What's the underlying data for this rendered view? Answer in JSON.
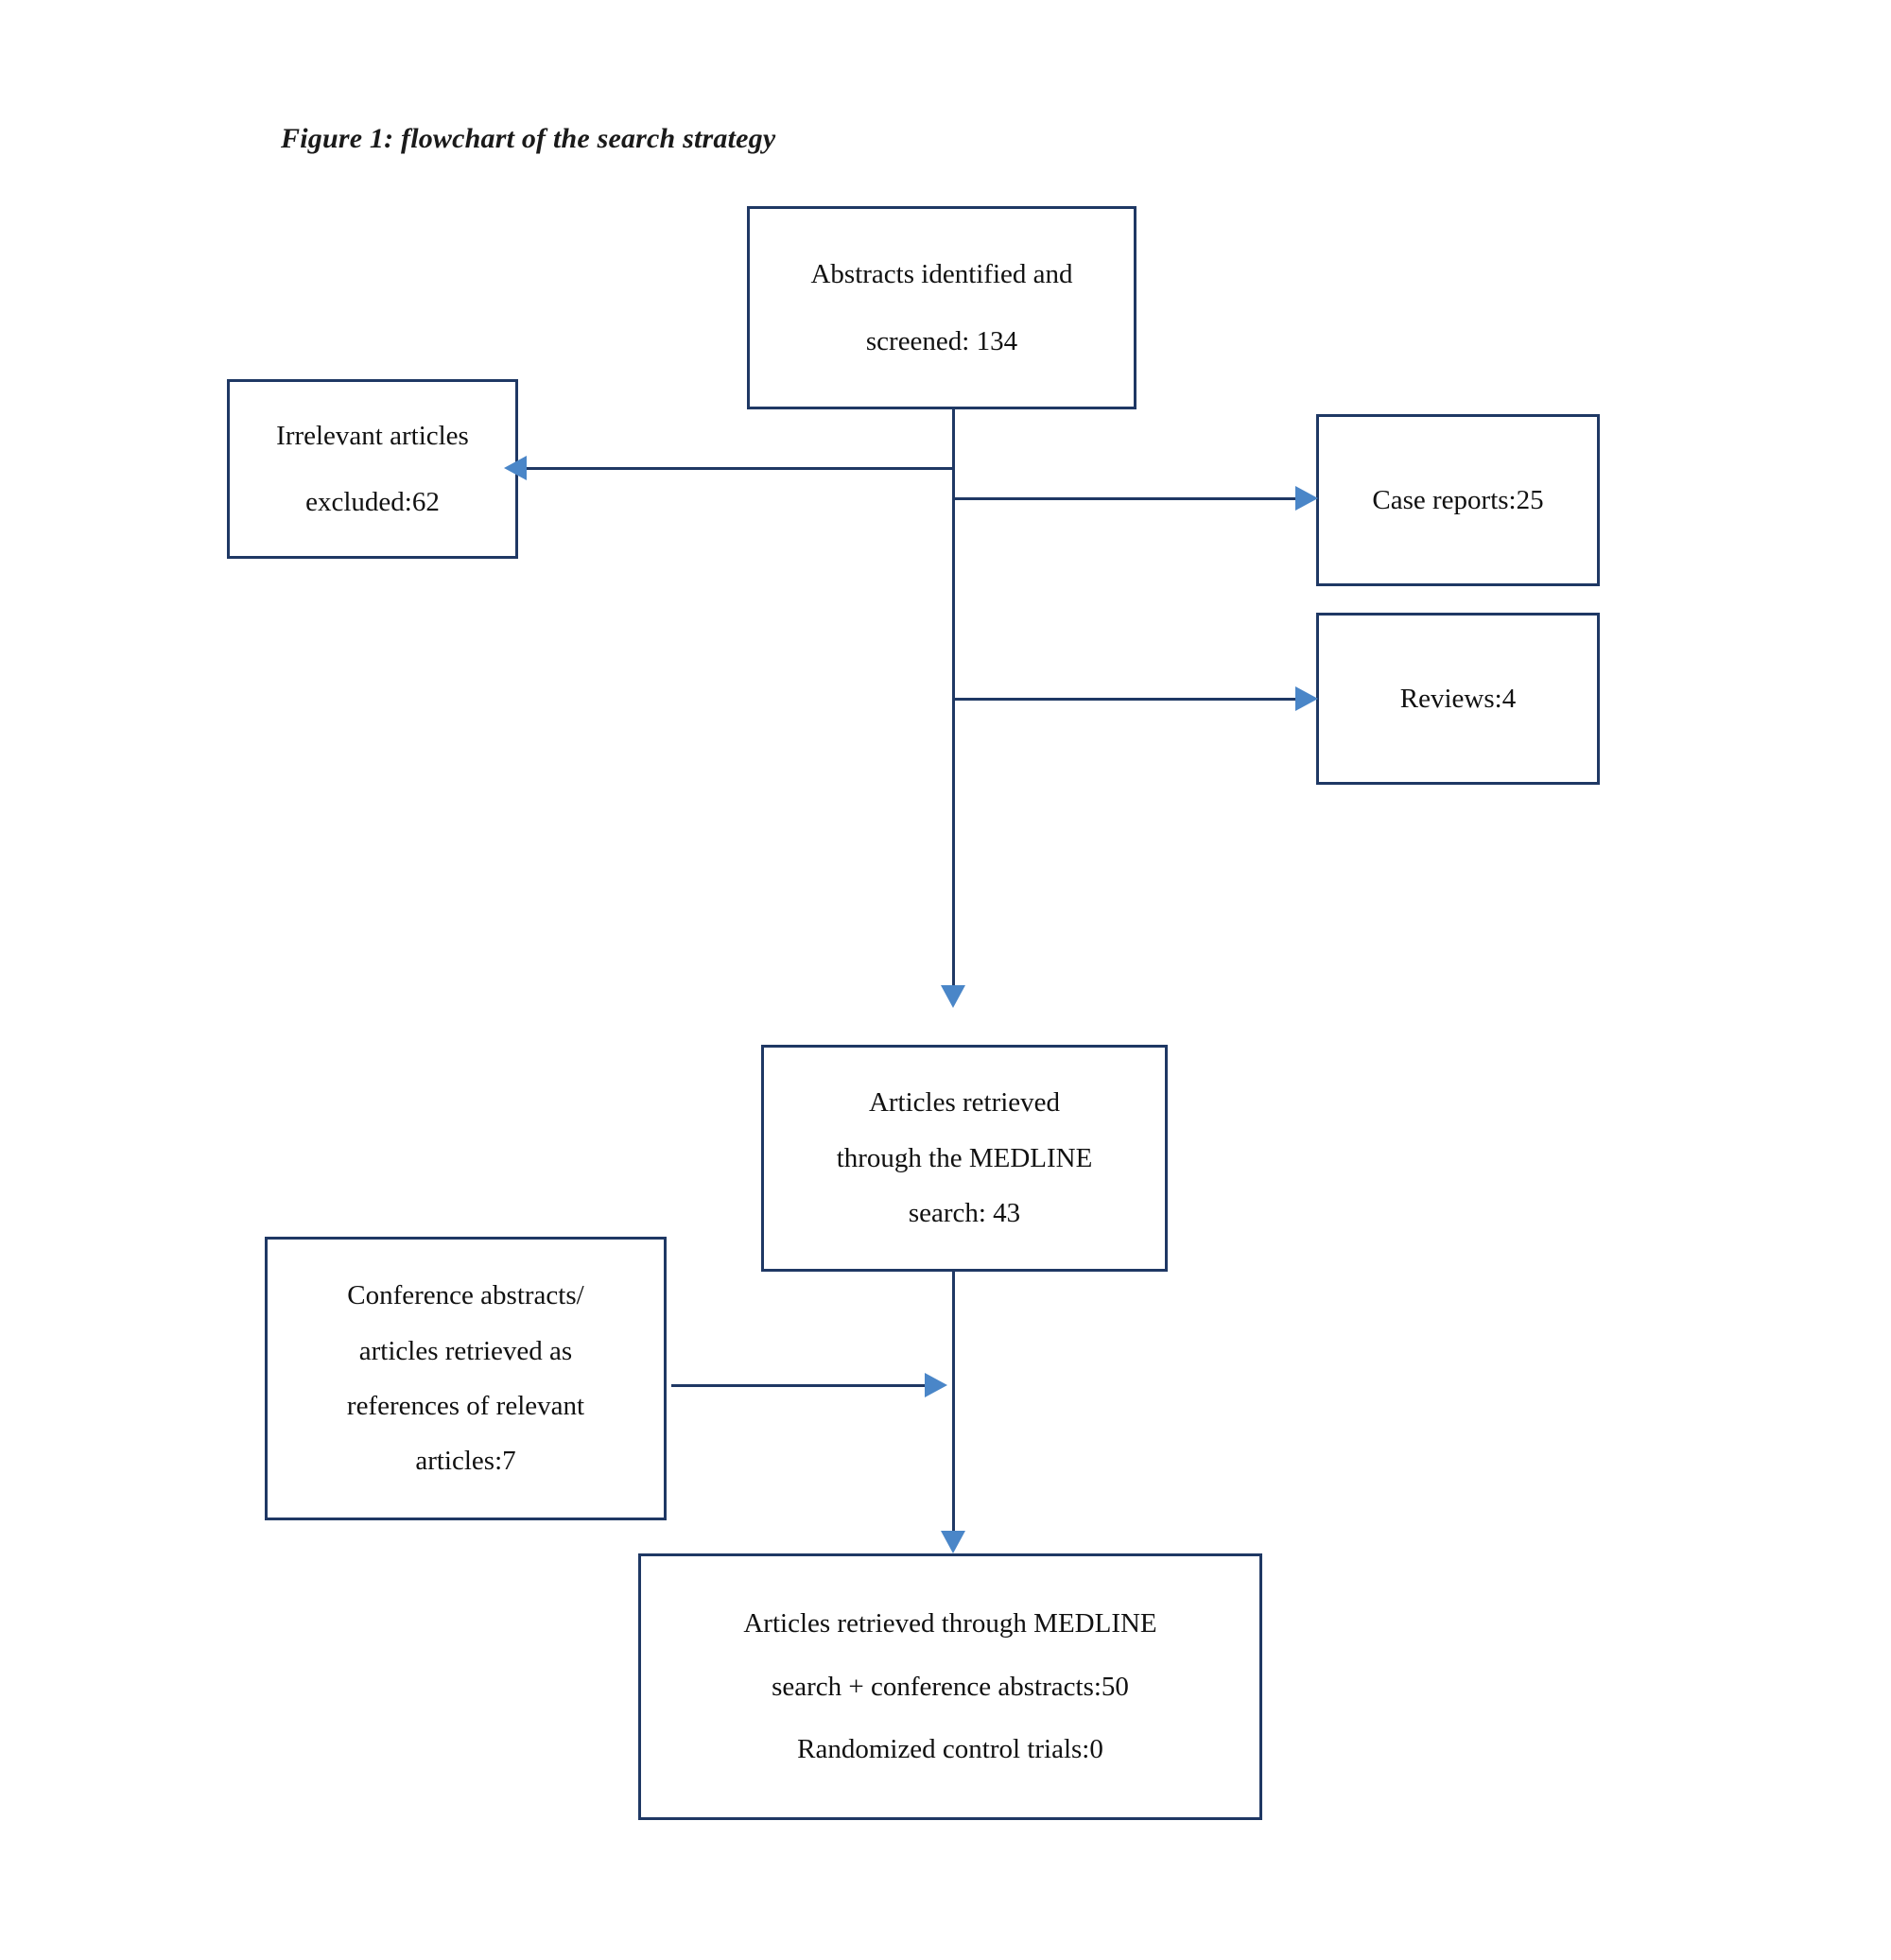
{
  "figure": {
    "title": "Figure 1: flowchart of the search strategy"
  },
  "colors": {
    "box_border": "#1f3864",
    "connector": "#1f3864",
    "arrowhead": "#4a86c8",
    "background": "#ffffff",
    "text": "#111111"
  },
  "chart_data": {
    "type": "diagram",
    "title": "Figure 1: flowchart of the search strategy",
    "nodes": [
      {
        "id": "abstracts",
        "lines": [
          "Abstracts identified and",
          "screened: 134"
        ],
        "value": 134
      },
      {
        "id": "irrelevant",
        "lines": [
          "Irrelevant articles",
          "excluded:62"
        ],
        "value": 62
      },
      {
        "id": "case_reports",
        "lines": [
          "Case reports:25"
        ],
        "value": 25
      },
      {
        "id": "reviews",
        "lines": [
          "Reviews:4"
        ],
        "value": 4
      },
      {
        "id": "medline",
        "lines": [
          "Articles retrieved",
          "through the MEDLINE",
          "search: 43"
        ],
        "value": 43
      },
      {
        "id": "conference",
        "lines": [
          "Conference abstracts/",
          "articles retrieved as",
          "references of relevant",
          "articles:7"
        ],
        "value": 7
      },
      {
        "id": "total",
        "lines": [
          "Articles retrieved through MEDLINE",
          "search + conference abstracts:50",
          "Randomized control trials:0"
        ],
        "value": 50
      }
    ],
    "edges": [
      {
        "from": "abstracts",
        "to": "irrelevant",
        "direction": "left"
      },
      {
        "from": "abstracts",
        "to": "case_reports",
        "direction": "right"
      },
      {
        "from": "abstracts",
        "to": "reviews",
        "direction": "right"
      },
      {
        "from": "abstracts",
        "to": "medline",
        "direction": "down"
      },
      {
        "from": "conference",
        "to": "total",
        "direction": "right"
      },
      {
        "from": "medline",
        "to": "total",
        "direction": "down"
      }
    ]
  },
  "nodes": {
    "abstracts": {
      "line1": "Abstracts identified and",
      "line2": "screened: 134"
    },
    "irrelevant": {
      "line1": "Irrelevant articles",
      "line2": "excluded:62"
    },
    "case_reports": {
      "line1": "Case reports:25"
    },
    "reviews": {
      "line1": "Reviews:4"
    },
    "medline": {
      "line1": "Articles retrieved",
      "line2": "through the MEDLINE",
      "line3": "search: 43"
    },
    "conference": {
      "line1": "Conference abstracts/",
      "line2": "articles retrieved as",
      "line3": "references of relevant",
      "line4": "articles:7"
    },
    "total": {
      "line1": "Articles retrieved through MEDLINE",
      "line2": "search + conference abstracts:50",
      "line3": "Randomized control trials:0"
    }
  }
}
